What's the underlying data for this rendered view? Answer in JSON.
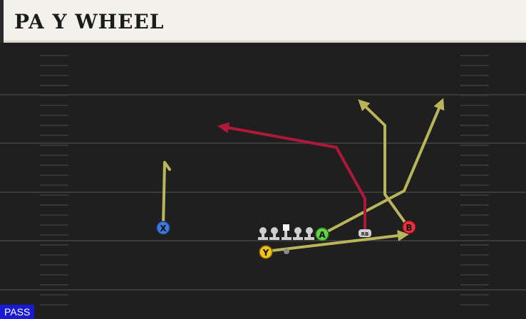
{
  "play": {
    "title": "PA Y WHEEL",
    "type_badge": "PASS"
  },
  "players": {
    "x": {
      "label": "X",
      "color": "#3a7be0"
    },
    "y": {
      "label": "Y",
      "color": "#f2c21b"
    },
    "a": {
      "label": "A",
      "color": "#5fd34a"
    },
    "b": {
      "label": "B",
      "color": "#e8333f"
    },
    "rb": {
      "label": "RB",
      "color": "#d0d0d0"
    }
  },
  "routes": {
    "colors": {
      "primary": "#b9b55a",
      "featured": "#b0183a"
    }
  }
}
